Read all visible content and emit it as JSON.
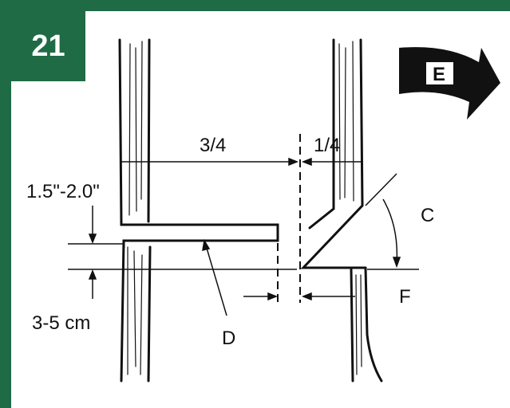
{
  "figure_number": "21",
  "labels": {
    "three_quarter": "3/4",
    "one_quarter": "1/4",
    "hinge_height": "1.5\"-2.0\"",
    "step_height": "3-5 cm",
    "direction": "E",
    "angle": "C",
    "back_cut": "D",
    "hinge_width": "F"
  },
  "colors": {
    "frame_green": "#1f6b45",
    "ink": "#111111",
    "panel": "#ffffff"
  },
  "icons": {
    "direction_arrow": "curved-arrow-right-icon"
  }
}
